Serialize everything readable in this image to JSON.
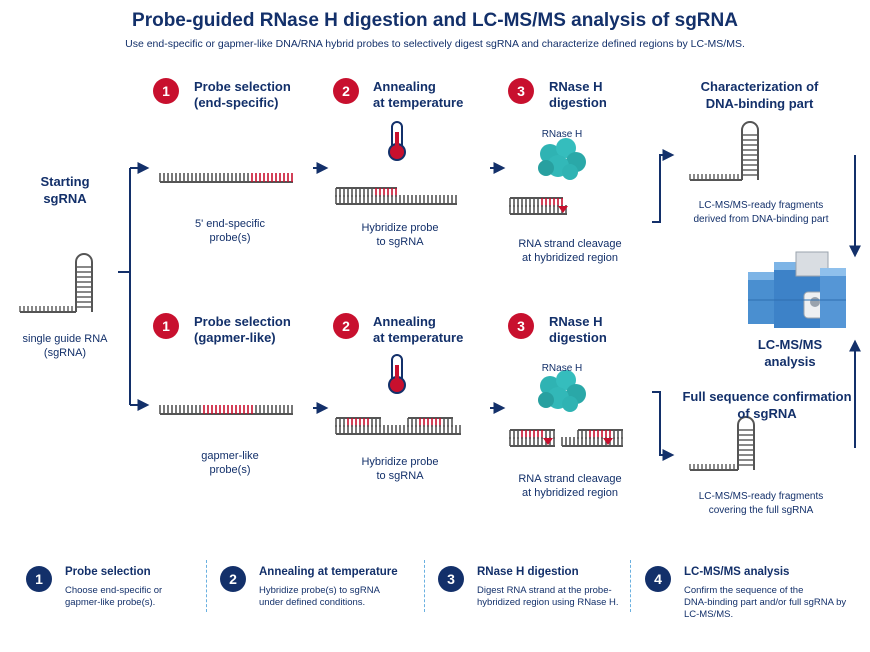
{
  "title": "Probe-guided RNase H digestion and LC-MS/MS analysis of sgRNA",
  "subtitle": "Use end-specific or gapmer-like DNA/RNA hybrid probes to selectively digest sgRNA and characterize defined regions by LC-MS/MS.",
  "colors": {
    "navy": "#13306a",
    "red": "#c8102e",
    "gray": "#555555",
    "teal": "#2fb3b3",
    "blue": "#4a8fd0"
  },
  "start": {
    "label": "Starting\nsgRNA",
    "caption": "single guide RNA\n(sgRNA)"
  },
  "top_row": {
    "step1": {
      "num": "1",
      "head": "Probe selection\n(end-specific)",
      "caption": "5' end-specific\nprobe(s)"
    },
    "step2": {
      "num": "2",
      "head": "Annealing\nat temperature",
      "caption": "Hybridize probe\nto sgRNA"
    },
    "step3": {
      "num": "3",
      "head": "RNase H\ndigestion",
      "enzyme": "RNase H",
      "caption": "RNA strand cleavage\nat hybridized region"
    }
  },
  "bottom_row": {
    "step1": {
      "num": "1",
      "head": "Probe selection\n(gapmer-like)",
      "caption": "gapmer-like\nprobe(s)"
    },
    "step2": {
      "num": "2",
      "head": "Annealing\nat temperature",
      "caption": "Hybridize probe\nto sgRNA"
    },
    "step3": {
      "num": "3",
      "head": "RNase H\ndigestion",
      "enzyme": "RNase H",
      "caption": "RNA strand cleavage\nat hybridized region"
    }
  },
  "right": {
    "top_head": "Characterization of\nDNA-binding part",
    "top_caption": "LC-MS/MS-ready fragments\nderived from DNA-binding part",
    "instrument_label": "LC-MS/MS\nanalysis",
    "bottom_head": "Full sequence confirmation\nof sgRNA",
    "bottom_caption": "LC-MS/MS-ready fragments\ncovering the full sgRNA"
  },
  "footer": [
    {
      "num": "1",
      "title": "Probe selection",
      "desc": "Choose end-specific or\ngapmer-like probe(s)."
    },
    {
      "num": "2",
      "title": "Annealing at temperature",
      "desc": "Hybridize probe(s) to sgRNA\nunder defined conditions."
    },
    {
      "num": "3",
      "title": "RNase H digestion",
      "desc": "Digest RNA strand at the probe-\nhybridized region using RNase H."
    },
    {
      "num": "4",
      "title": "LC-MS/MS analysis",
      "desc": "Confirm the sequence of the\nDNA-binding part  and/or full sgRNA by\nLC-MS/MS."
    }
  ]
}
